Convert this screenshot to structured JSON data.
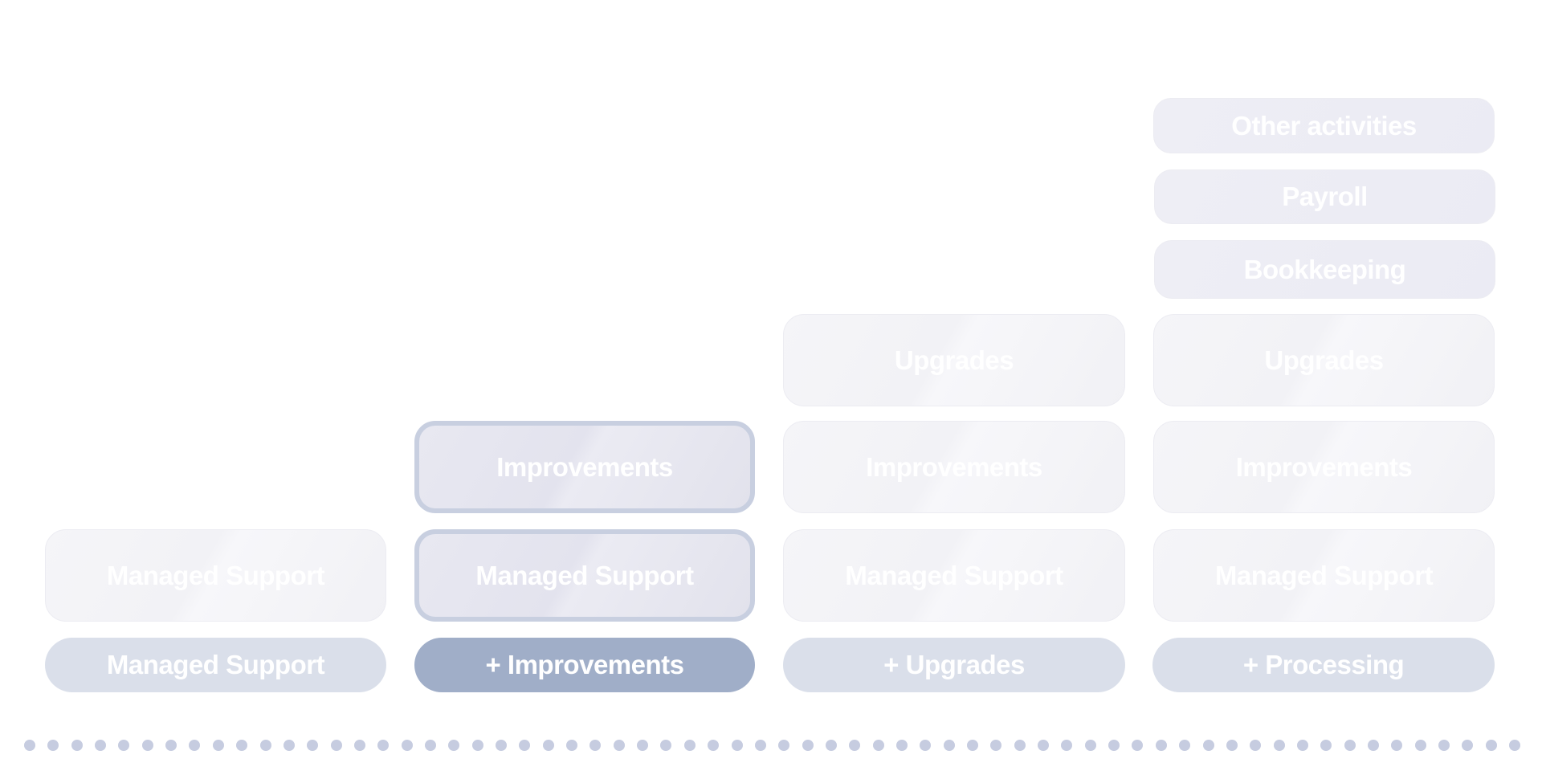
{
  "columns": [
    {
      "button": "Managed Support",
      "blocks": [
        "Managed Support"
      ]
    },
    {
      "button": "+ Improvements",
      "blocks": [
        "Managed Support",
        "Improvements"
      ]
    },
    {
      "button": "+ Upgrades",
      "blocks": [
        "Managed Support",
        "Improvements",
        "Upgrades"
      ]
    },
    {
      "button": "+ Processing",
      "blocks": [
        "Managed Support",
        "Improvements",
        "Upgrades",
        "Bookkeeping",
        "Payroll",
        "Other activities"
      ]
    }
  ],
  "active_column": 1,
  "colors": {
    "active_pill": "#a0aec8",
    "inactive_pill": "#dadfea",
    "selected_border": "#c8cfe0",
    "dots": "#c6cce0"
  }
}
